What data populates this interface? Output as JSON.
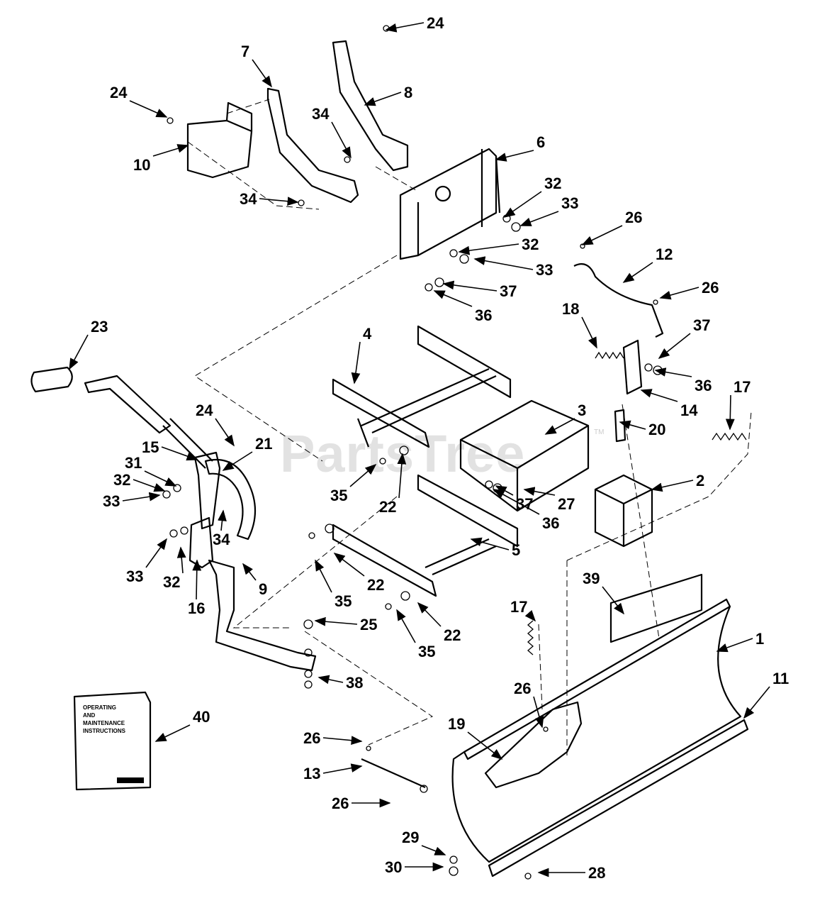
{
  "watermark": "PartsTree",
  "watermark_tm": "TM",
  "manual": {
    "line1": "OPERATING",
    "line2": "AND",
    "line3": "MAINTENANCE",
    "line4": "INSTRUCTIONS"
  },
  "callouts": [
    "24",
    "7",
    "8",
    "24",
    "34",
    "10",
    "6",
    "32",
    "33",
    "34",
    "26",
    "32",
    "12",
    "33",
    "37",
    "26",
    "36",
    "23",
    "18",
    "37",
    "4",
    "36",
    "17",
    "14",
    "24",
    "3",
    "20",
    "21",
    "15",
    "31",
    "32",
    "2",
    "33",
    "35",
    "22",
    "37",
    "27",
    "36",
    "34",
    "33",
    "32",
    "9",
    "5",
    "39",
    "16",
    "22",
    "35",
    "17",
    "22",
    "25",
    "35",
    "1",
    "11",
    "38",
    "40",
    "26",
    "19",
    "26",
    "13",
    "26",
    "29",
    "30",
    "28"
  ]
}
